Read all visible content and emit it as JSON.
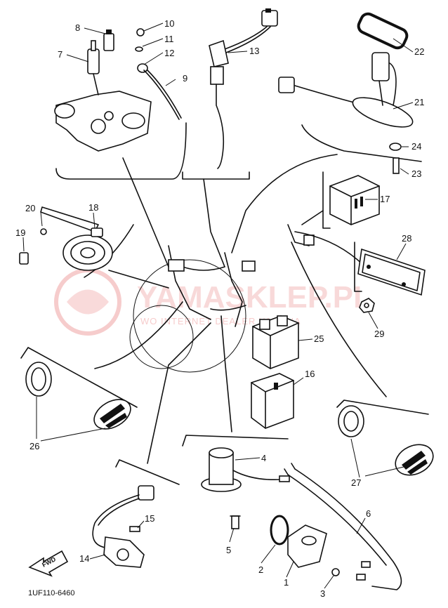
{
  "watermark": {
    "main": "YAMASKLEP.PL",
    "sub": "WO INTERNET DEALER YAMAHA"
  },
  "diagram_code": "1UF110-6460",
  "direction_marker": "FWD",
  "part_numbers": {
    "p1": "1",
    "p2": "2",
    "p3": "3",
    "p4": "4",
    "p5": "5",
    "p6": "6",
    "p7": "7",
    "p8": "8",
    "p9": "9",
    "p10": "10",
    "p11": "11",
    "p12": "12",
    "p13": "13",
    "p14": "14",
    "p15": "15",
    "p16": "16",
    "p17": "17",
    "p18": "18",
    "p19": "19",
    "p20": "20",
    "p21": "21",
    "p22": "22",
    "p23": "23",
    "p24": "24",
    "p25": "25",
    "p26": "26",
    "p27": "27",
    "p28": "28",
    "p29": "29"
  },
  "colors": {
    "ink": "#111111",
    "watermark": "#dd3333"
  }
}
